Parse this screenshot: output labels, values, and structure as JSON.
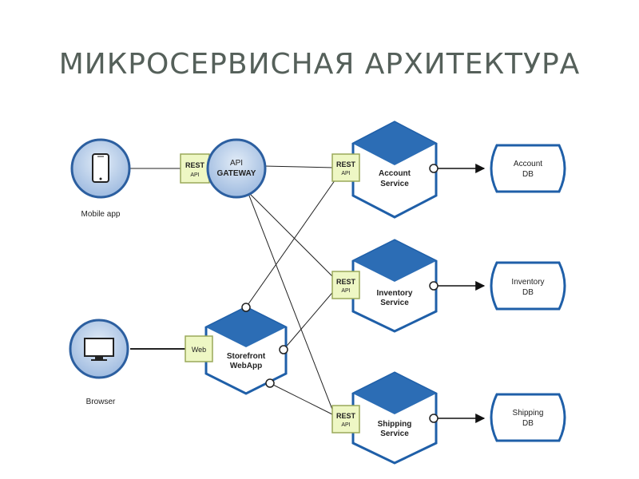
{
  "title": "МИКРОСЕРВИСНАЯ АРХИТЕКТУРА",
  "colors": {
    "primary": "#2c6db5",
    "outline": "#1f5fa8",
    "client_fill": "#b8cde6",
    "api_box": "#eef7c4",
    "api_box_border": "#9aa85a"
  },
  "clients": {
    "mobile": {
      "label": "Mobile app",
      "icon": "smartphone-icon"
    },
    "browser": {
      "label": "Browser",
      "icon": "monitor-icon"
    }
  },
  "gateway": {
    "line1": "API",
    "line2": "GATEWAY"
  },
  "api_labels": {
    "rest": "REST",
    "api": "API",
    "web": "Web"
  },
  "services": {
    "account": {
      "line1": "Account",
      "line2": "Service"
    },
    "inventory": {
      "line1": "Inventory",
      "line2": "Service"
    },
    "shipping": {
      "line1": "Shipping",
      "line2": "Service"
    },
    "storefront": {
      "line1": "Storefront",
      "line2": "WebApp"
    }
  },
  "databases": {
    "account": {
      "line1": "Account",
      "line2": "DB"
    },
    "inventory": {
      "line1": "Inventory",
      "line2": "DB"
    },
    "shipping": {
      "line1": "Shipping",
      "line2": "DB"
    }
  }
}
